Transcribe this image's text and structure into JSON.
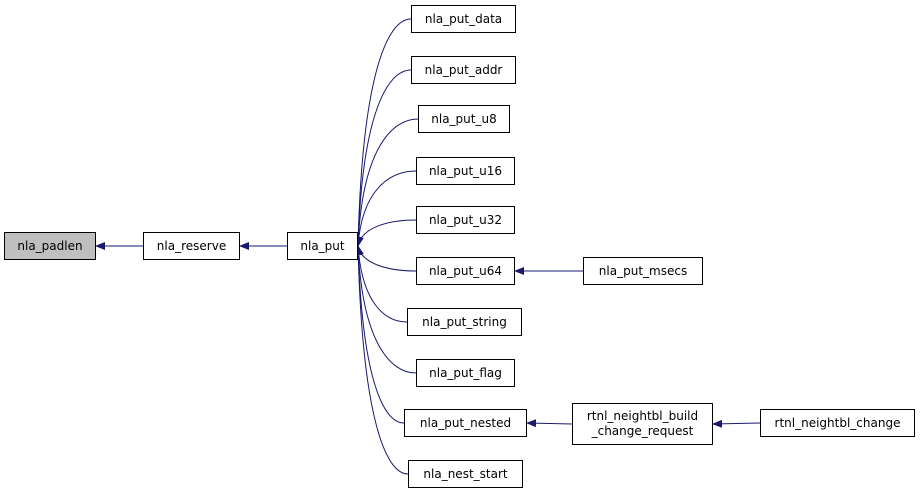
{
  "colors": {
    "edge": "#191970",
    "node_border": "#000000",
    "highlight_fill": "#bfbfbf",
    "background": "#ffffff"
  },
  "nodes": {
    "nla_padlen": "nla_padlen",
    "nla_reserve": "nla_reserve",
    "nla_put": "nla_put",
    "nla_put_data": "nla_put_data",
    "nla_put_addr": "nla_put_addr",
    "nla_put_u8": "nla_put_u8",
    "nla_put_u16": "nla_put_u16",
    "nla_put_u32": "nla_put_u32",
    "nla_put_u64": "nla_put_u64",
    "nla_put_string": "nla_put_string",
    "nla_put_flag": "nla_put_flag",
    "nla_put_nested": "nla_put_nested",
    "nla_nest_start": "nla_nest_start",
    "nla_put_msecs": "nla_put_msecs",
    "rtnl_neightbl_build_change_request": "rtnl_neightbl_build\n_change_request",
    "rtnl_neightbl_change": "rtnl_neightbl_change"
  },
  "edges": [
    [
      "nla_reserve",
      "nla_padlen"
    ],
    [
      "nla_put",
      "nla_reserve"
    ],
    [
      "nla_put_data",
      "nla_put"
    ],
    [
      "nla_put_addr",
      "nla_put"
    ],
    [
      "nla_put_u8",
      "nla_put"
    ],
    [
      "nla_put_u16",
      "nla_put"
    ],
    [
      "nla_put_u32",
      "nla_put"
    ],
    [
      "nla_put_u64",
      "nla_put"
    ],
    [
      "nla_put_string",
      "nla_put"
    ],
    [
      "nla_put_flag",
      "nla_put"
    ],
    [
      "nla_put_nested",
      "nla_put"
    ],
    [
      "nla_nest_start",
      "nla_put"
    ],
    [
      "nla_put_msecs",
      "nla_put_u64"
    ],
    [
      "rtnl_neightbl_build_change_request",
      "nla_put_nested"
    ],
    [
      "rtnl_neightbl_change",
      "rtnl_neightbl_build_change_request"
    ]
  ]
}
